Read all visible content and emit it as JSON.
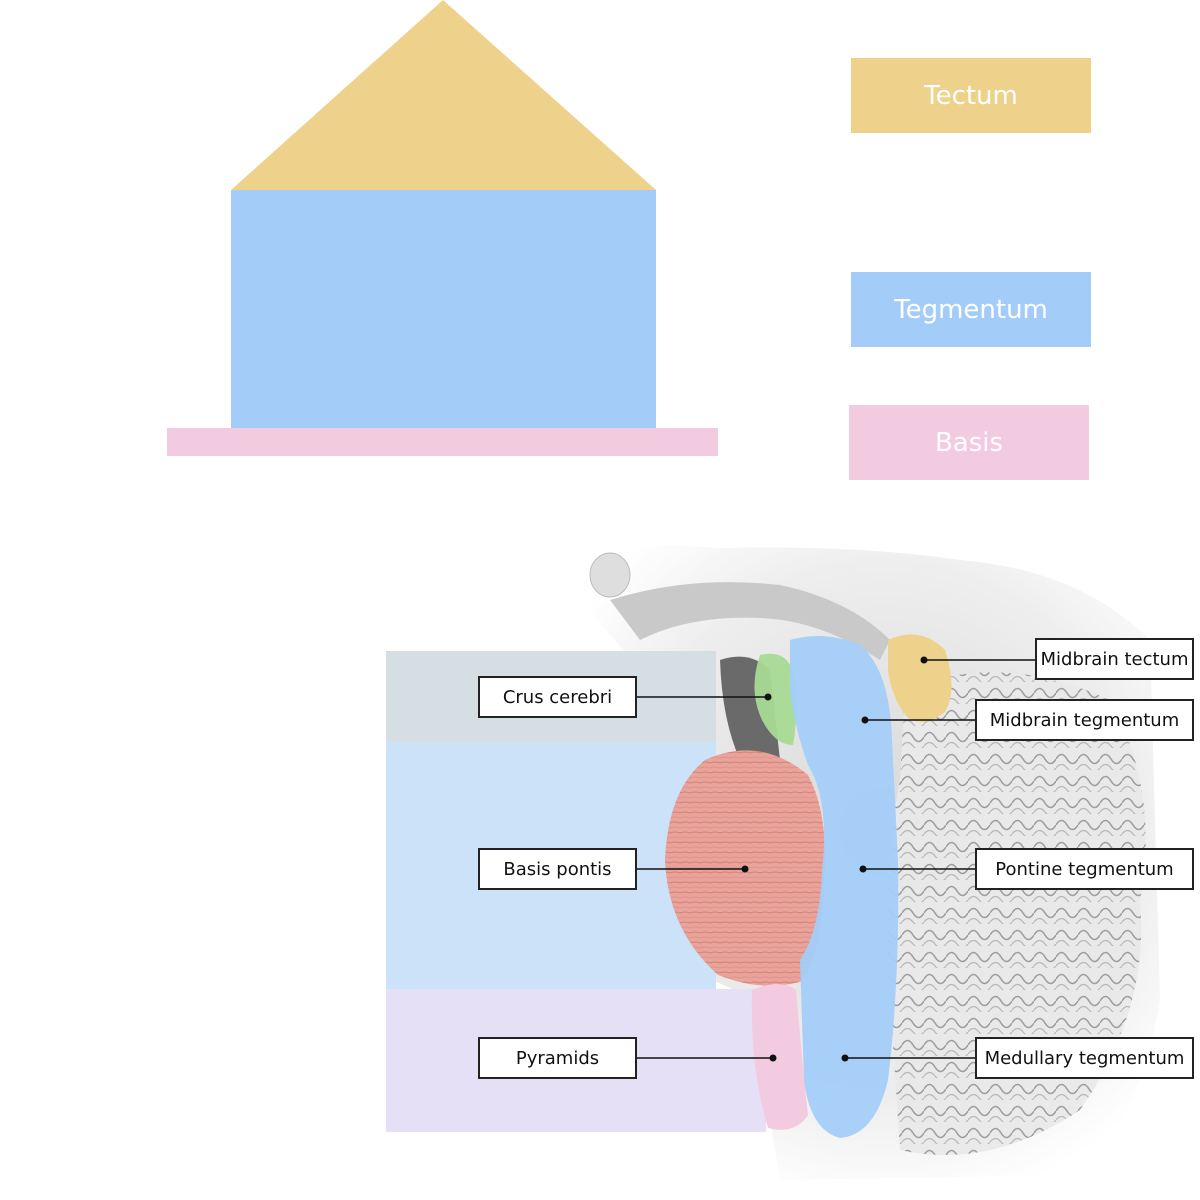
{
  "colors": {
    "tectum": "#EED28C",
    "tegmentum": "#A3CDF8",
    "basis": "#F2CBE1",
    "crus": "#A8DA95",
    "basis_pontis": "#E9A39A",
    "band_top": "#D5DFE3",
    "band_mid": "#CBE2F8",
    "band_bottom": "#E6E0F6"
  },
  "legend": {
    "tectum": "Tectum",
    "tegmentum": "Tegmentum",
    "basis": "Basis"
  },
  "labels": {
    "crus_cerebri": "Crus cerebri",
    "basis_pontis": "Basis pontis",
    "pyramids": "Pyramids",
    "midbrain_tectum": "Midbrain tectum",
    "midbrain_tegmentum": "Midbrain tegmentum",
    "pontine_tegmentum": "Pontine tegmentum",
    "medullary_tegmentum": "Medullary tegmentum"
  }
}
